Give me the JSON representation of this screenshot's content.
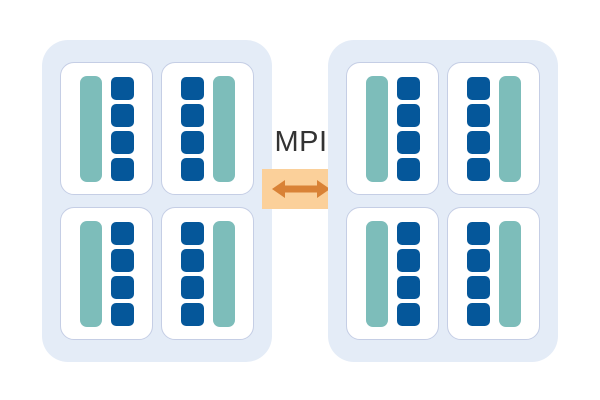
{
  "diagram": {
    "title": "MPI two-cluster communication diagram",
    "background": "#ffffff"
  },
  "colors": {
    "cluster_panel": "#e4ecf7",
    "node_card": "#ffffff",
    "node_border": "#c5cee5",
    "memory_bar": "#7dbdba",
    "core_block": "#05579a",
    "link_band": "#fbd09a",
    "link_arrow": "#d98236",
    "label_text": "#333333"
  },
  "link": {
    "label": "MPI",
    "arrow_icon": "double-headed-horizontal-arrow-icon",
    "direction": "bidirectional"
  },
  "clusters": [
    {
      "id": "cluster-left",
      "position": "left",
      "nodes": [
        {
          "id": "node-l1",
          "layout": "memory-left",
          "memory_bars": 1,
          "cores": 4
        },
        {
          "id": "node-l2",
          "layout": "memory-right",
          "memory_bars": 1,
          "cores": 4
        },
        {
          "id": "node-l3",
          "layout": "memory-left",
          "memory_bars": 1,
          "cores": 4
        },
        {
          "id": "node-l4",
          "layout": "memory-right",
          "memory_bars": 1,
          "cores": 4
        }
      ]
    },
    {
      "id": "cluster-right",
      "position": "right",
      "nodes": [
        {
          "id": "node-r1",
          "layout": "memory-left",
          "memory_bars": 1,
          "cores": 4
        },
        {
          "id": "node-r2",
          "layout": "memory-right",
          "memory_bars": 1,
          "cores": 4
        },
        {
          "id": "node-r3",
          "layout": "memory-left",
          "memory_bars": 1,
          "cores": 4
        },
        {
          "id": "node-r4",
          "layout": "memory-right",
          "memory_bars": 1,
          "cores": 4
        }
      ]
    }
  ]
}
